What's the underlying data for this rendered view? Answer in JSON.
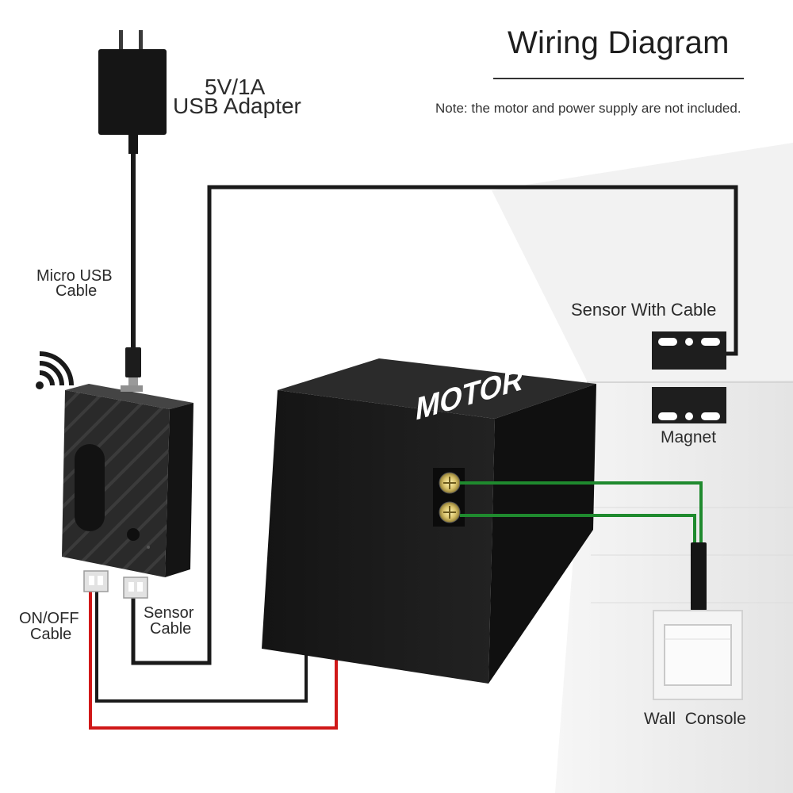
{
  "header": {
    "title": "Wiring Diagram",
    "note": "Note: the motor and power supply are not included."
  },
  "labels": {
    "adapter_line1": "5V/1A",
    "adapter_line2": "USB Adapter",
    "usb_cable_line1": "Micro USB",
    "usb_cable_line2": "Cable",
    "onoff_line1": "ON/OFF",
    "onoff_line2": "Cable",
    "sensor_cable_line1": "Sensor",
    "sensor_cable_line2": "Cable",
    "sensor_with_cable": "Sensor With Cable",
    "magnet": "Magnet",
    "motor": "MOTOR",
    "wall_console": "Wall  Console"
  },
  "colors": {
    "wire_black": "#1a1a1a",
    "wire_red": "#d01818",
    "wire_green": "#1f8a2e",
    "device_body": "#1c1c1c"
  },
  "icons": {
    "wifi": "wifi-icon",
    "adapter": "usb-adapter-icon",
    "controller": "garage-controller-device",
    "sensor": "door-sensor-icon",
    "magnet": "magnet-block-icon",
    "switch": "wall-switch-icon"
  }
}
